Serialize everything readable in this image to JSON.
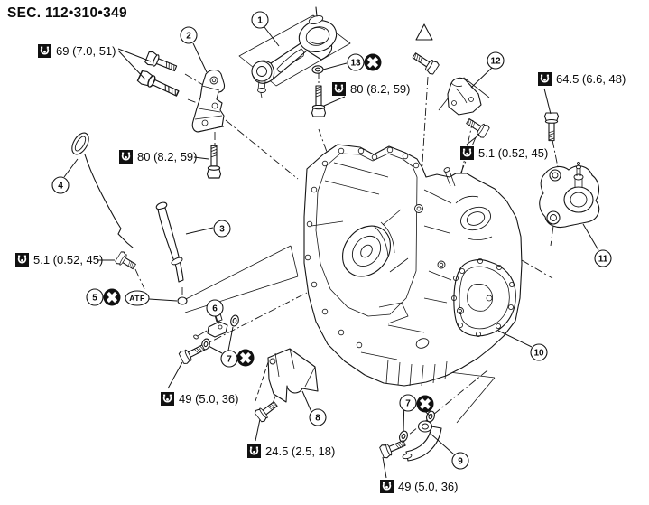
{
  "title": "SEC. 112•310•349",
  "badges": {
    "atf": "ATF"
  },
  "torque": {
    "t69": "69 (7.0, 51)",
    "t80_top": "80 (8.2, 59)",
    "t80_left": "80 (8.2, 59)",
    "t645": "64.5 (6.6, 48)",
    "t51_right": "5.1 (0.52, 45)",
    "t51_left": "5.1 (0.52, 45)",
    "t49_left": "49 (5.0, 36)",
    "t245": "24.5 (2.5, 18)",
    "t49_bottom": "49 (5.0, 36)"
  },
  "callouts": {
    "c1": "1",
    "c2": "2",
    "c3": "3",
    "c4": "4",
    "c5": "5",
    "c6": "6",
    "c7a": "7",
    "c7b": "7",
    "c8": "8",
    "c9": "9",
    "c10": "10",
    "c11": "11",
    "c12": "12",
    "c13": "13"
  },
  "icons": {
    "torque_spec": "torque-wrench-square-icon",
    "non_reusable": "x-circle-icon",
    "adjustment": "triangle-icon"
  }
}
